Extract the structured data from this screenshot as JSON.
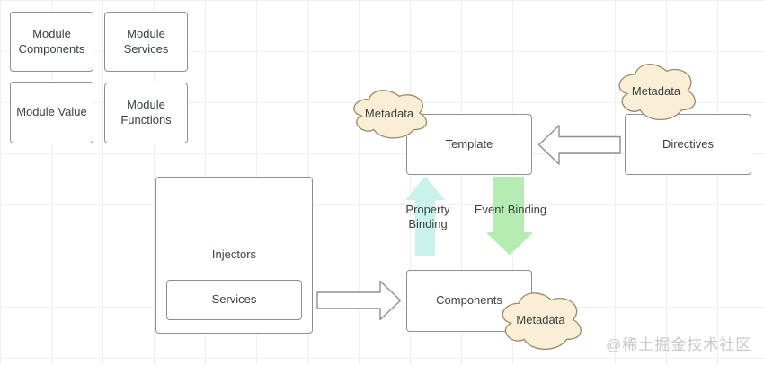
{
  "modules": {
    "items": [
      {
        "label": "Module Components"
      },
      {
        "label": "Module Services"
      },
      {
        "label": "Module Value"
      },
      {
        "label": "Module Functions"
      }
    ]
  },
  "injectors": {
    "label": "Injectors",
    "services_label": "Services"
  },
  "template": {
    "label": "Template"
  },
  "components": {
    "label": "Components"
  },
  "directives": {
    "label": "Directives"
  },
  "clouds": {
    "template_metadata": "Metadata",
    "directives_metadata": "Metadata",
    "components_metadata": "Metadata"
  },
  "bindings": {
    "property": "Property Binding",
    "event": "Event Binding"
  },
  "colors": {
    "property_arrow": "#c9f3ea",
    "event_arrow": "#b5ecb2",
    "cloud_fill": "#faefd6",
    "cloud_stroke": "#97896c",
    "box_stroke": "#8f8f8f",
    "text": "#3b3f42",
    "watermark": "#c9c9c9",
    "grid": "#f1eef0"
  },
  "watermark": "@稀土掘金技术社区"
}
